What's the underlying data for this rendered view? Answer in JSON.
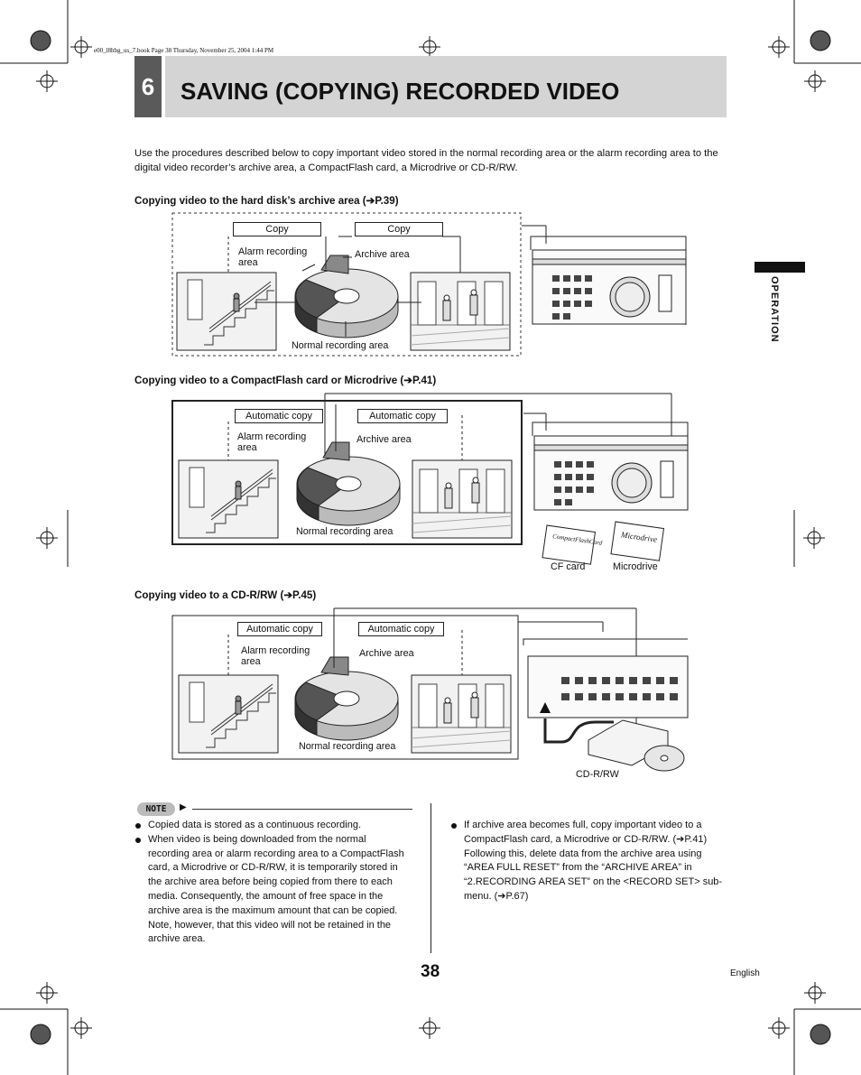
{
  "book_info": "e00_l8hbg_us_7.book  Page 38  Thursday, November 25, 2004  1:44 PM",
  "chapter_number": "6",
  "title": "SAVING (COPYING) RECORDED VIDEO",
  "side_tab": "OPERATION",
  "intro": "Use the procedures described below to copy important video stored in the normal recording area or the alarm recording area to the digital video recorder’s archive area, a CompactFlash card, a Microdrive or CD-R/RW.",
  "sections": [
    {
      "heading": "Copying video to the hard disk’s archive area (➔P.39)",
      "box_left": "Copy",
      "box_right": "Copy",
      "alarm_label": "Alarm recording area",
      "archive_label": "Archive area",
      "normal_label": "Normal recording area"
    },
    {
      "heading": "Copying video to a CompactFlash card or Microdrive (➔P.41)",
      "box_left": "Automatic copy",
      "box_right": "Automatic copy",
      "alarm_label": "Alarm recording area",
      "archive_label": "Archive area",
      "normal_label": "Normal recording area",
      "media_left": "CF card",
      "media_right": "Microdrive",
      "card_left_text": "CompactFlashCard",
      "card_right_text": "Microdrive"
    },
    {
      "heading": "Copying video to a CD-R/RW (➔P.45)",
      "box_left": "Automatic copy",
      "box_right": "Automatic copy",
      "alarm_label": "Alarm recording area",
      "archive_label": "Archive area",
      "normal_label": "Normal recording area",
      "media": "CD-R/RW"
    }
  ],
  "note_label": "NOTE",
  "notes_left": [
    "Copied data is stored as a continuous recording.",
    "When video is being downloaded from the normal recording area or alarm recording area to a CompactFlash card, a Microdrive or CD-R/RW, it is temporarily stored in the archive area before being copied from there to each media. Consequently, the amount of free space in the archive area is the maximum amount that can be copied. Note, however, that this video will not be retained in the archive area."
  ],
  "notes_right": [
    "If archive area becomes full, copy important video to a CompactFlash card, a Microdrive or CD-R/RW. (➔P.41) Following this, delete data from the archive area using “AREA FULL RESET” from the “ARCHIVE AREA” in “2.RECORDING AREA SET” on the <RECORD SET> sub-menu. (➔P.67)"
  ],
  "page_number": "38",
  "language": "English"
}
